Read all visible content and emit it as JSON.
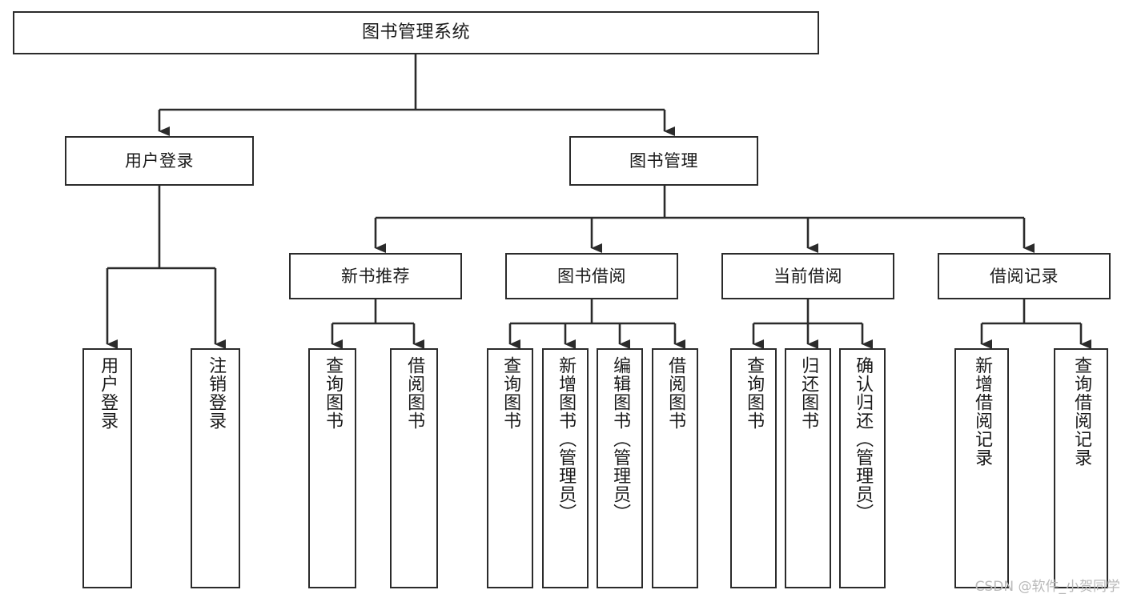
{
  "diagram": {
    "type": "tree",
    "title": "图书管理系统",
    "watermark": "CSDN @软件_小贺同学",
    "colors": {
      "stroke": "#2b2b2b",
      "fill": "#ffffff",
      "text": "#1a1a1a",
      "watermark": "#b9b9b9"
    },
    "nodes": {
      "root": {
        "label": "图书管理系统"
      },
      "level2": [
        {
          "label": "用户登录"
        },
        {
          "label": "图书管理"
        }
      ],
      "level3": [
        {
          "label": "新书推荐"
        },
        {
          "label": "图书借阅"
        },
        {
          "label": "当前借阅"
        },
        {
          "label": "借阅记录"
        }
      ],
      "leaves": {
        "user_login": [
          {
            "label": "用户登录"
          },
          {
            "label": "注销登录"
          }
        ],
        "new_book": [
          {
            "label": "查询图书"
          },
          {
            "label": "借阅图书"
          }
        ],
        "borrow_book": [
          {
            "label": "查询图书"
          },
          {
            "label": "新增图书（管理员）"
          },
          {
            "label": "编辑图书（管理员）"
          },
          {
            "label": "借阅图书"
          }
        ],
        "current_borrow": [
          {
            "label": "查询图书"
          },
          {
            "label": "归还图书"
          },
          {
            "label": "确认归还（管理员）"
          }
        ],
        "borrow_record": [
          {
            "label": "新增借阅记录"
          },
          {
            "label": "查询借阅记录"
          }
        ]
      }
    }
  }
}
